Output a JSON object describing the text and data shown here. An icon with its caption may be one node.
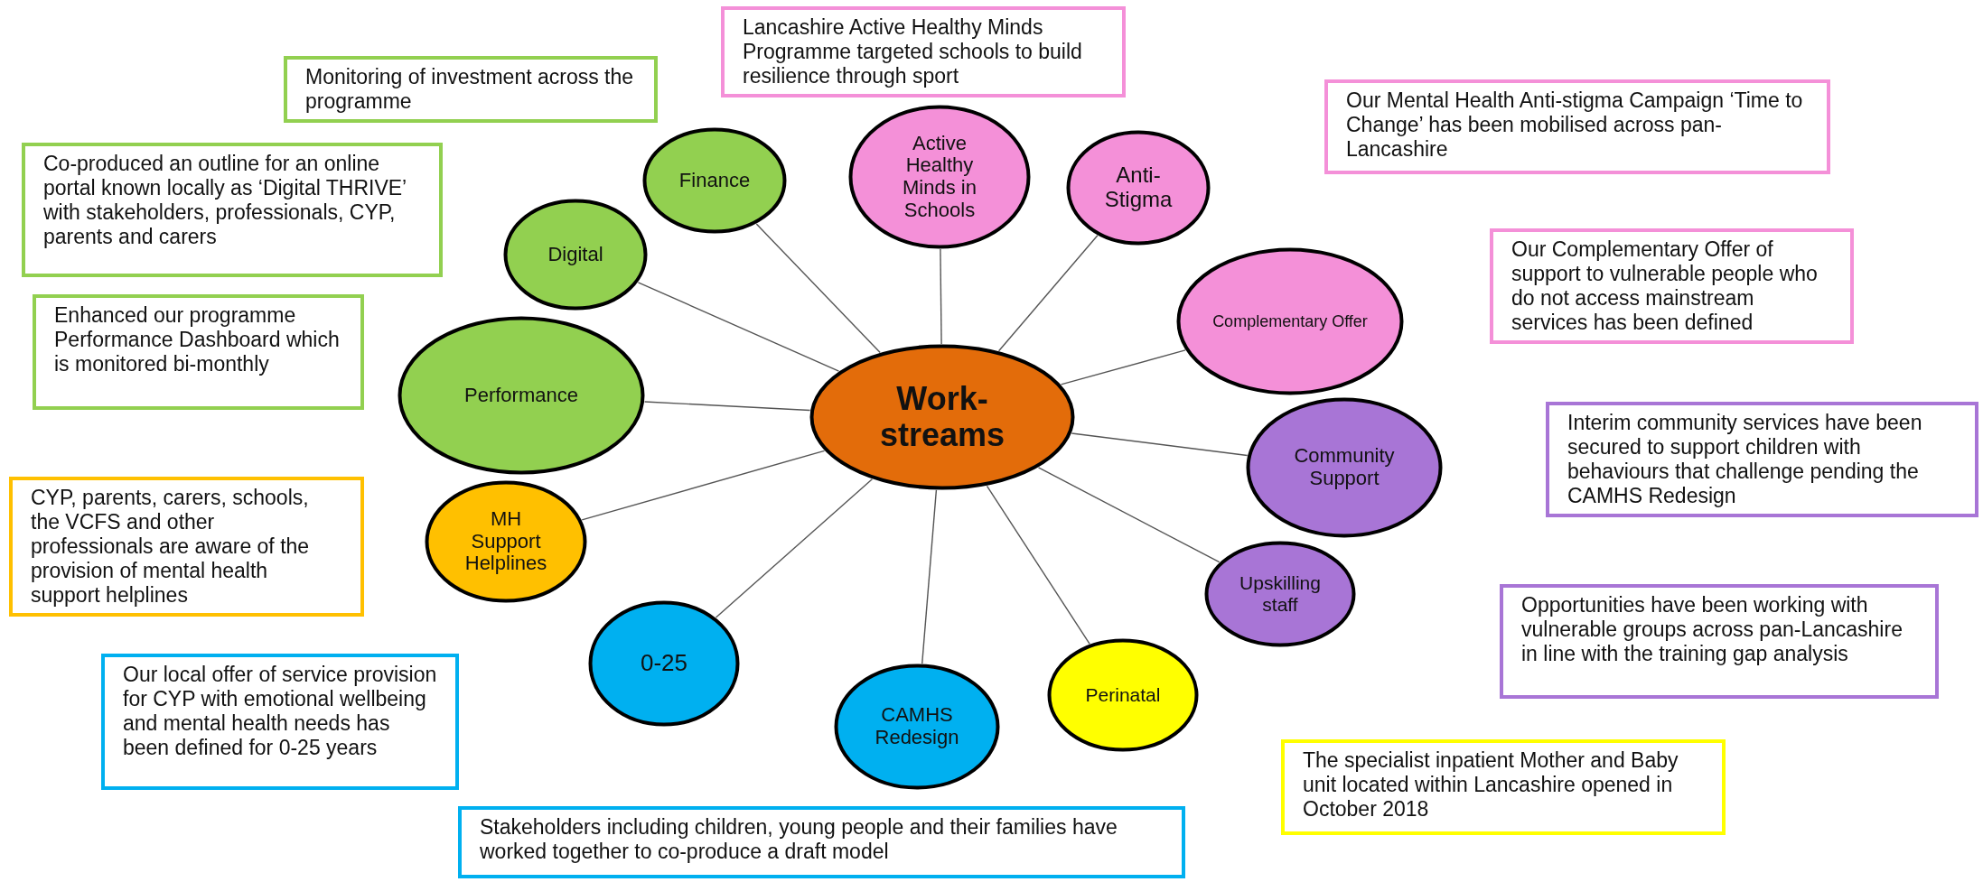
{
  "diagram": {
    "nodes": [
      {
        "text": [
          "Work-streams"
        ]
      },
      {
        "text": [
          "Finance"
        ]
      },
      {
        "text": [
          "Active Healthy Minds in Schools"
        ]
      },
      {
        "text": [
          "Anti-Stigma"
        ]
      },
      {
        "text": [
          "Complementary Offer"
        ]
      },
      {
        "text": [
          "Community Support"
        ]
      },
      {
        "text": [
          "Upskilling staff"
        ]
      },
      {
        "text": [
          "Perinatal"
        ]
      },
      {
        "text": [
          "CAMHS Redesign"
        ]
      },
      {
        "text": [
          "0-25"
        ]
      },
      {
        "text": [
          "MH Support Helplines"
        ]
      },
      {
        "text": [
          "Performance"
        ]
      },
      {
        "text": [
          "Digital"
        ]
      },
      {
        "text": [
          "Monitoring of investment across the programme"
        ]
      },
      {
        "text": [
          "Lancashire Active Healthy Minds Programme targeted schools to build resilience through sport"
        ]
      },
      {
        "text": [
          "Our Mental Health Anti-stigma Campaign ‘Time to Change’ has been mobilised across pan-Lancashire"
        ]
      },
      {
        "text": [
          "Our Complementary Offer of support to vulnerable people who do not access mainstream services has been defined"
        ]
      },
      {
        "text": [
          "Interim community services have been secured to support children with behaviours that challenge pending the CAMHS Redesign"
        ]
      },
      {
        "text": [
          "Opportunities have been working with vulnerable groups across pan-Lancashire in line with the training gap analysis"
        ]
      },
      {
        "text": [
          "The specialist inpatient Mother and Baby unit located within Lancashire opened in October 2018"
        ]
      },
      {
        "text": [
          "Stakeholders including children, young people and their families have worked together to co-produce a draft model"
        ]
      },
      {
        "text": [
          "Our local offer of service provision for CYP with emotional wellbeing and mental health needs has been defined for 0-25 years"
        ]
      },
      {
        "text": [
          "CYP, parents, carers, schools, the VCFS and other professionals are aware of the provision of mental health support helplines"
        ]
      },
      {
        "text": [
          "Enhanced our programme Performance Dashboard which is monitored bi-monthly"
        ]
      },
      {
        "text": [
          "Co-produced an outline for an online portal known locally as ‘Digital THRIVE’ with stakeholders, professionals, CYP, parents and carers"
        ]
      }
    ],
    "edges": [
      {
        "from": 0,
        "to": 1,
        "arrow": "none"
      },
      {
        "from": 0,
        "to": 2,
        "arrow": "none"
      },
      {
        "from": 0,
        "to": 3,
        "arrow": "none"
      },
      {
        "from": 0,
        "to": 4,
        "arrow": "none"
      },
      {
        "from": 0,
        "to": 5,
        "arrow": "none"
      },
      {
        "from": 0,
        "to": 6,
        "arrow": "none"
      },
      {
        "from": 0,
        "to": 7,
        "arrow": "none"
      },
      {
        "from": 0,
        "to": 8,
        "arrow": "none"
      },
      {
        "from": 0,
        "to": 9,
        "arrow": "none"
      },
      {
        "from": 0,
        "to": 10,
        "arrow": "none"
      },
      {
        "from": 0,
        "to": 11,
        "arrow": "none"
      },
      {
        "from": 0,
        "to": 12,
        "arrow": "none"
      }
    ]
  }
}
